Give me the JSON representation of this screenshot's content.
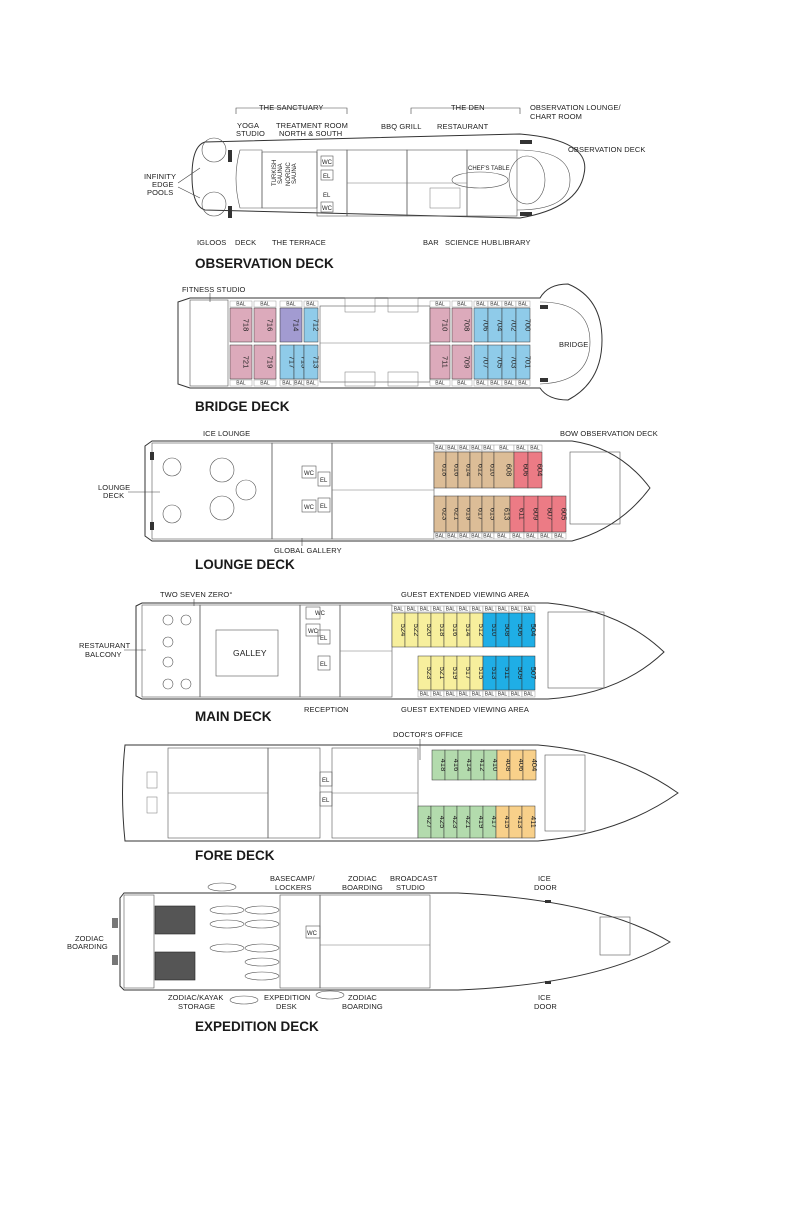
{
  "colors": {
    "pink": "#dcaabb",
    "purple": "#a29bd1",
    "blue": "#8fcbe9",
    "tan": "#dcbd97",
    "red": "#ec7b85",
    "yellow": "#f7ef9d",
    "deep_blue": "#1faee6",
    "green": "#b3dbad",
    "orange": "#f8d08a",
    "outline": "#333333"
  },
  "labels": {
    "the_sanctuary": "THE SANCTUARY",
    "yoga_studio_1": "YOGA",
    "yoga_studio_2": "STUDIO",
    "treatment_room_1": "TREATMENT ROOM",
    "treatment_room_2": "NORTH & SOUTH",
    "the_den": "THE DEN",
    "bbq_grill": "BBQ GRILL",
    "restaurant": "RESTAURANT",
    "obs_lounge_1": "OBSERVATION LOUNGE/",
    "obs_lounge_2": "CHART ROOM",
    "observation_deck": "OBSERVATION DECK",
    "infinity_1": "INFINITY",
    "infinity_2": "EDGE",
    "infinity_3": "POOLS",
    "chefs_table": "CHEF'S TABLE",
    "igloos": "IGLOOS",
    "deck": "DECK",
    "the_terrace": "THE TERRACE",
    "bar": "BAR",
    "science_hub": "SCIENCE HUB",
    "library": "LIBRARY",
    "fitness_studio": "FITNESS STUDIO",
    "bridge": "BRIDGE",
    "ice_lounge": "ICE LOUNGE",
    "bow_observation_deck": "BOW OBSERVATION DECK",
    "lounge_deck_1": "LOUNGE",
    "lounge_deck_2": "DECK",
    "global_gallery": "GLOBAL GALLERY",
    "two_seven_zero": "TWO SEVEN ZERO°",
    "guest_extended_viewing_area": "GUEST EXTENDED VIEWING AREA",
    "restaurant_balcony_1": "RESTAURANT",
    "restaurant_balcony_2": "BALCONY",
    "galley": "GALLEY",
    "reception": "RECEPTION",
    "doctors_office": "DOCTOR'S OFFICE",
    "basecamp_1": "BASECAMP/",
    "basecamp_2": "LOCKERS",
    "zodiac_boarding_1": "ZODIAC",
    "zodiac_boarding_2": "BOARDING",
    "broadcast_1": "BROADCAST",
    "broadcast_2": "STUDIO",
    "ice_door_1": "ICE",
    "ice_door_2": "DOOR",
    "zodiac_kayak_1": "ZODIAC/KAYAK",
    "zodiac_kayak_2": "STORAGE",
    "expedition_desk_1": "EXPEDITION",
    "expedition_desk_2": "DESK",
    "wc": "WC",
    "el": "EL",
    "bal": "BAL",
    "turkish_sauna_1": "TURKISH",
    "turkish_sauna_2": "SAUNA",
    "nordic_sauna_1": "NORDIC",
    "nordic_sauna_2": "SAUNA"
  },
  "decks": [
    {
      "id": "observation",
      "title": "OBSERVATION DECK"
    },
    {
      "id": "bridge",
      "title": "BRIDGE DECK"
    },
    {
      "id": "lounge",
      "title": "LOUNGE DECK"
    },
    {
      "id": "main",
      "title": "MAIN DECK"
    },
    {
      "id": "fore",
      "title": "FORE DECK"
    },
    {
      "id": "expedition",
      "title": "EXPEDITION DECK"
    }
  ],
  "cabins": {
    "bridge_top": [
      {
        "n": "718",
        "c": "pink"
      },
      {
        "n": "716",
        "c": "pink"
      },
      {
        "n": "714",
        "c": "purple"
      },
      {
        "n": "712",
        "c": "blue"
      },
      {
        "n": "710",
        "c": "pink"
      },
      {
        "n": "708",
        "c": "pink"
      },
      {
        "n": "706",
        "c": "blue"
      },
      {
        "n": "704",
        "c": "blue"
      },
      {
        "n": "702",
        "c": "blue"
      },
      {
        "n": "700",
        "c": "blue"
      }
    ],
    "bridge_bottom": [
      {
        "n": "721",
        "c": "pink"
      },
      {
        "n": "719",
        "c": "pink"
      },
      {
        "n": "717",
        "c": "blue"
      },
      {
        "n": "715",
        "c": "blue"
      },
      {
        "n": "713",
        "c": "blue"
      },
      {
        "n": "711",
        "c": "pink"
      },
      {
        "n": "709",
        "c": "pink"
      },
      {
        "n": "707",
        "c": "blue"
      },
      {
        "n": "705",
        "c": "blue"
      },
      {
        "n": "703",
        "c": "blue"
      },
      {
        "n": "701",
        "c": "blue"
      }
    ],
    "lounge_top": [
      {
        "n": "618",
        "c": "tan"
      },
      {
        "n": "616",
        "c": "tan"
      },
      {
        "n": "614",
        "c": "tan"
      },
      {
        "n": "612",
        "c": "tan"
      },
      {
        "n": "610",
        "c": "tan"
      },
      {
        "n": "608",
        "c": "tan"
      },
      {
        "n": "606",
        "c": "red"
      },
      {
        "n": "604",
        "c": "red"
      }
    ],
    "lounge_bottom": [
      {
        "n": "623",
        "c": "tan"
      },
      {
        "n": "621",
        "c": "tan"
      },
      {
        "n": "619",
        "c": "tan"
      },
      {
        "n": "617",
        "c": "tan"
      },
      {
        "n": "615",
        "c": "tan"
      },
      {
        "n": "613",
        "c": "tan"
      },
      {
        "n": "611",
        "c": "red"
      },
      {
        "n": "609",
        "c": "red"
      },
      {
        "n": "607",
        "c": "red"
      },
      {
        "n": "605",
        "c": "red"
      }
    ],
    "main_top": [
      {
        "n": "524",
        "c": "yellow"
      },
      {
        "n": "522",
        "c": "yellow"
      },
      {
        "n": "520",
        "c": "yellow"
      },
      {
        "n": "518",
        "c": "yellow"
      },
      {
        "n": "516",
        "c": "yellow"
      },
      {
        "n": "514",
        "c": "yellow"
      },
      {
        "n": "512",
        "c": "yellow"
      },
      {
        "n": "510",
        "c": "deep_blue"
      },
      {
        "n": "508",
        "c": "deep_blue"
      },
      {
        "n": "506",
        "c": "deep_blue"
      },
      {
        "n": "504",
        "c": "deep_blue"
      }
    ],
    "main_bottom": [
      {
        "n": "523",
        "c": "yellow"
      },
      {
        "n": "521",
        "c": "yellow"
      },
      {
        "n": "519",
        "c": "yellow"
      },
      {
        "n": "517",
        "c": "yellow"
      },
      {
        "n": "515",
        "c": "yellow"
      },
      {
        "n": "513",
        "c": "deep_blue"
      },
      {
        "n": "511",
        "c": "deep_blue"
      },
      {
        "n": "509",
        "c": "deep_blue"
      },
      {
        "n": "507",
        "c": "deep_blue"
      }
    ],
    "fore_top": [
      {
        "n": "418",
        "c": "green"
      },
      {
        "n": "416",
        "c": "green"
      },
      {
        "n": "414",
        "c": "green"
      },
      {
        "n": "412",
        "c": "green"
      },
      {
        "n": "410",
        "c": "green"
      },
      {
        "n": "408",
        "c": "orange"
      },
      {
        "n": "406",
        "c": "orange"
      },
      {
        "n": "404",
        "c": "orange"
      }
    ],
    "fore_bottom": [
      {
        "n": "427",
        "c": "green"
      },
      {
        "n": "425",
        "c": "green"
      },
      {
        "n": "423",
        "c": "green"
      },
      {
        "n": "421",
        "c": "green"
      },
      {
        "n": "419",
        "c": "green"
      },
      {
        "n": "417",
        "c": "green"
      },
      {
        "n": "415",
        "c": "orange"
      },
      {
        "n": "413",
        "c": "orange"
      },
      {
        "n": "411",
        "c": "orange"
      }
    ]
  }
}
